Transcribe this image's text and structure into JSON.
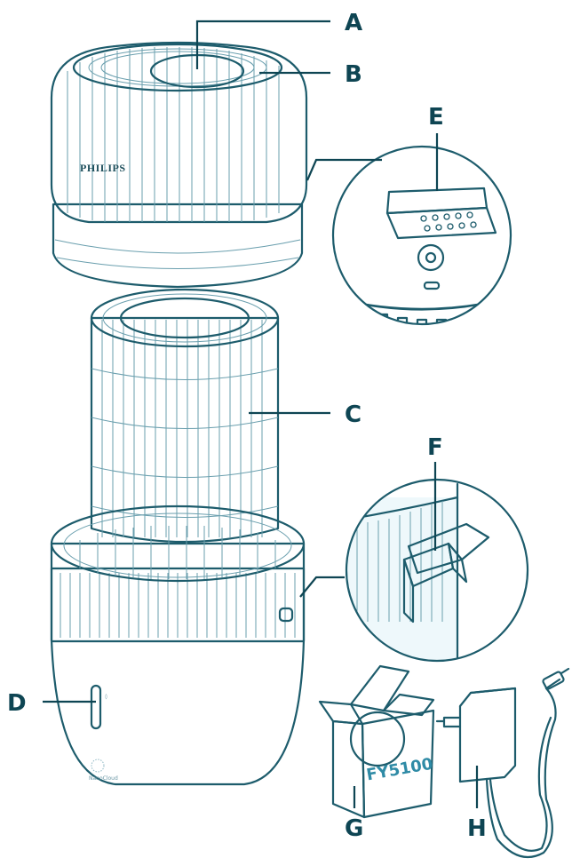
{
  "labels": {
    "A": "A",
    "B": "B",
    "C": "C",
    "D": "D",
    "E": "E",
    "F": "F",
    "G": "G",
    "H": "H"
  },
  "brand": "PHILIPS",
  "box_text": "FY5100",
  "nano_text": "NanoCloud",
  "colors": {
    "outline": "#1d5c6c",
    "fill": "#dbeff5",
    "fill_dark": "#a9d3df",
    "label": "#0e4553"
  }
}
